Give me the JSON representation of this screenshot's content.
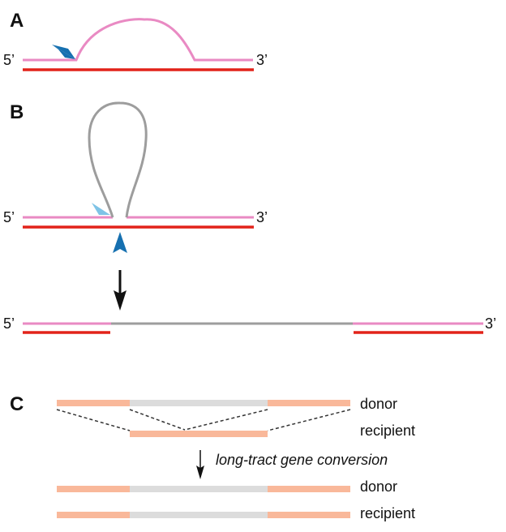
{
  "panels": {
    "a": {
      "letter": "A",
      "five_prime": "5’",
      "three_prime": "3’"
    },
    "b": {
      "letter": "B",
      "top": {
        "five_prime": "5’",
        "three_prime": "3’"
      },
      "bottom": {
        "five_prime": "5’",
        "three_prime": "3’"
      }
    },
    "c": {
      "letter": "C",
      "donor_label": "donor",
      "recipient_label": "recipient",
      "process_label": "long-tract gene conversion",
      "result_donor_label": "donor",
      "result_recipient_label": "recipient"
    }
  },
  "colors": {
    "top_strand": "#e98ac3",
    "bottom_strand": "#e2231a",
    "insertion": "#9d9d9d",
    "nick_marker_dark": "#1670b0",
    "nick_marker_light": "#7ec3e6",
    "flank_segment": "#f9b89a",
    "converted_segment": "#dcdcdc",
    "arrow": "#111111",
    "dashed_line": "#333333"
  }
}
